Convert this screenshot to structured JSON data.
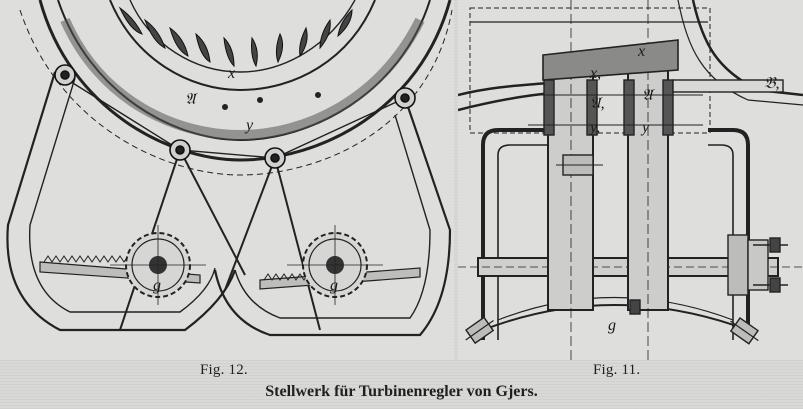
{
  "figures": [
    {
      "caption": "Fig. 12.",
      "labels": {
        "x": "x",
        "a": "𝔄",
        "y": "y",
        "g": "g",
        "g2": "g"
      }
    },
    {
      "caption": "Fig. 11.",
      "labels": {
        "x": "x",
        "x1": "x,",
        "a1": "𝔄,",
        "a": "𝔄",
        "y1": "y,",
        "y": "y",
        "b1": "𝔅,",
        "g": "g"
      }
    }
  ],
  "caption": "Stellwerk für Turbinenregler von Gjers."
}
